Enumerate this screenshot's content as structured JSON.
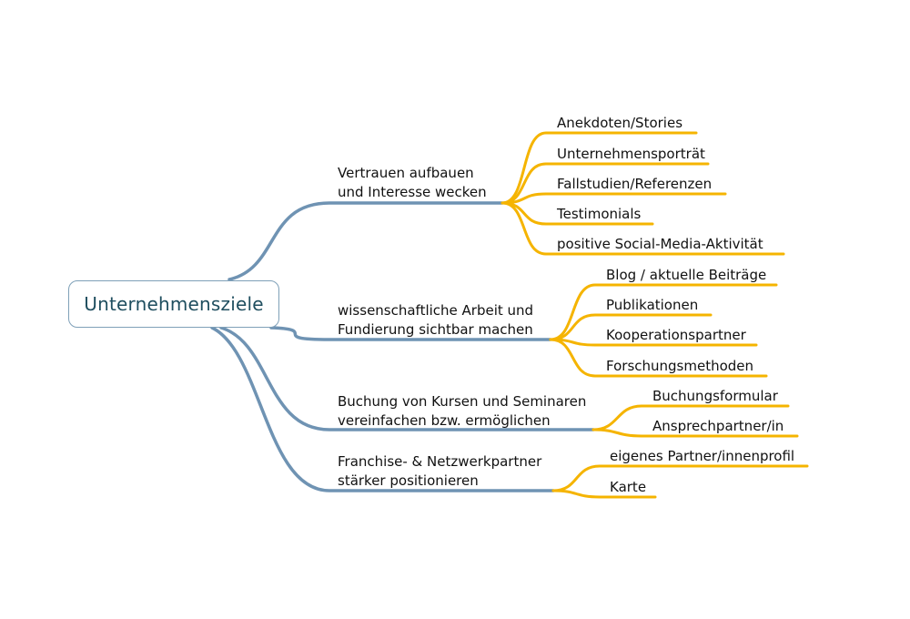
{
  "root": {
    "label": "Unternehmensziele"
  },
  "colors": {
    "main_branch": "#6f93b3",
    "sub_branch": "#f5b400",
    "root_border": "#7fa0b8",
    "root_text": "#1f4e5f"
  },
  "branches": [
    {
      "line1": "Vertrauen aufbauen",
      "line2": "und Interesse wecken",
      "leaves": [
        "Anekdoten/Stories",
        "Unternehmensporträt",
        "Fallstudien/Referenzen",
        "Testimonials",
        "positive Social-Media-Aktivität"
      ]
    },
    {
      "line1": "wissenschaftliche Arbeit und",
      "line2": "Fundierung sichtbar machen",
      "leaves": [
        "Blog / aktuelle Beiträge",
        "Publikationen",
        "Kooperationspartner",
        "Forschungsmethoden"
      ]
    },
    {
      "line1": "Buchung von Kursen und Seminaren",
      "line2": "vereinfachen bzw. ermöglichen",
      "leaves": [
        "Buchungsformular",
        "Ansprechpartner/in"
      ]
    },
    {
      "line1": "Franchise- & Netzwerkpartner",
      "line2": "stärker positionieren",
      "leaves": [
        "eigenes Partner/innenprofil",
        "Karte"
      ]
    }
  ]
}
